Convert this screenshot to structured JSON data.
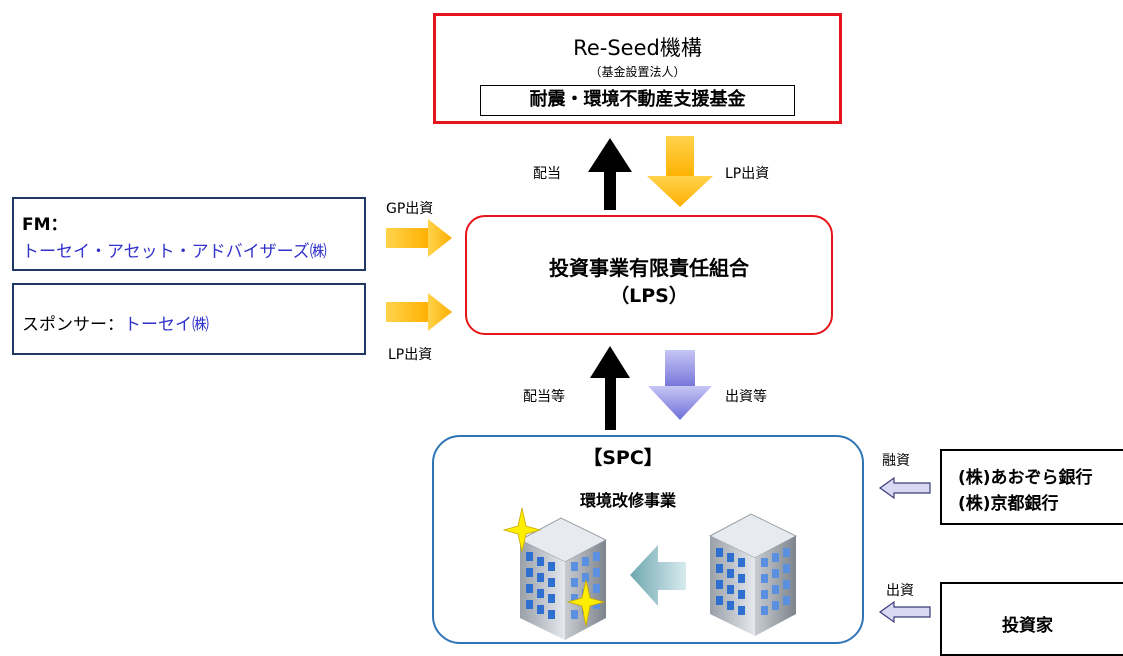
{
  "reseed": {
    "title": "Re-Seed機構",
    "subtitle": "（基金設置法人）",
    "fund": "耐震・環境不動産支援基金"
  },
  "lps": {
    "line1": "投資事業有限責任組合",
    "line2": "（LPS）"
  },
  "fm": {
    "label": "FM：",
    "name": "トーセイ・アセット・アドバイザーズ㈱"
  },
  "sponsor": {
    "label": "スポンサー：",
    "name": "トーセイ㈱"
  },
  "spc": {
    "title": "【SPC】",
    "subtitle": "環境改修事業"
  },
  "banks": {
    "line1": "(株)あおぞら銀行",
    "line2": "(株)京都銀行"
  },
  "investor": {
    "label": "投資家"
  },
  "flows": {
    "dividend_top": "配当",
    "lp_top": "LP出資",
    "gp": "GP出資",
    "lp_left": "LP出資",
    "dividend_mid": "配当等",
    "investment_mid": "出資等",
    "loan": "融資",
    "investment_bottom": "出資"
  },
  "colors": {
    "red_border": "#e8141b",
    "navy_border": "#1f3864",
    "blue_border": "#2e75b6",
    "blue_text": "#3333cc",
    "yellow_arrow": "#ffc000",
    "purple_arrow": "#7f7fdf"
  }
}
